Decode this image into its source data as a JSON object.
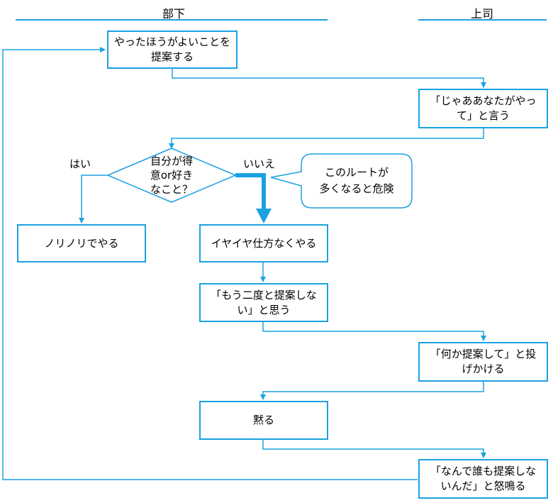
{
  "lanes": {
    "subordinate": "部下",
    "boss": "上司"
  },
  "nodes": {
    "propose": "やったほうがよいことを\n提案する",
    "boss_says": "「じゃああなたがやっ\nて」と言う",
    "decision": "自分が得\n意or好き\nなこと？",
    "happy": "ノリノリでやる",
    "reluctant": "イヤイヤ仕方なくやる",
    "never_again": "「もう二度と提案しな\nい」と思う",
    "ask": "「何か提案して」と投\nげかける",
    "silent": "黙る",
    "angry": "「なんで誰も提案しな\nいんだ」と怒鳴る"
  },
  "branches": {
    "yes": "はい",
    "no": "いいえ"
  },
  "callout": "このルートが\n多くなると危険",
  "colors": {
    "accent": "#1ba1e2"
  }
}
